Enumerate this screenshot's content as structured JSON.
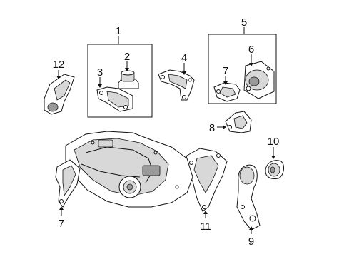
{
  "callouts": {
    "c1": "1",
    "c2": "2",
    "c3": "3",
    "c4": "4",
    "c5": "5",
    "c6": "6",
    "c7_box": "7",
    "c7_bottom": "7",
    "c8": "8",
    "c9": "9",
    "c10": "10",
    "c11": "11",
    "c12": "12"
  },
  "colors": {
    "line": "#111111",
    "shade": "#d8d8d8",
    "dark": "#9a9a9a",
    "background": "#ffffff"
  }
}
